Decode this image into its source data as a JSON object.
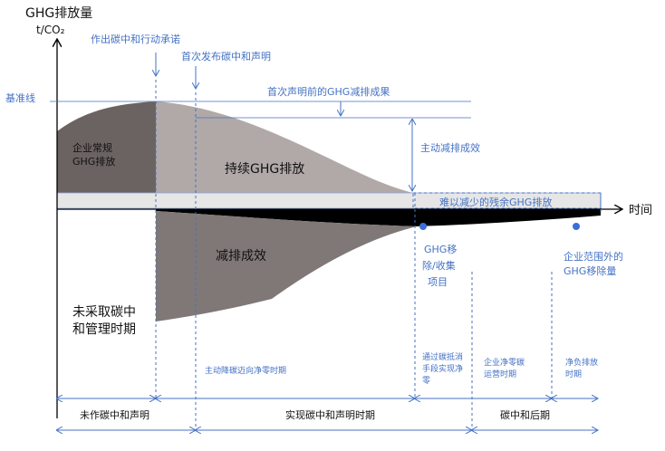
{
  "axes": {
    "y_title_line1": "GHG排放量",
    "y_title_line2": "t/CO₂",
    "x_title": "时间"
  },
  "annotations": {
    "commit_neutral": "作出碳中和行动承诺",
    "first_declare": "首次发布碳中和声明",
    "baseline": "基准线",
    "first_result": "首次声明前的GHG减排成果",
    "active_reduction": "主动减排成效",
    "residual": "难以减少的残余GHG排放",
    "removal_line1": "GHG移",
    "removal_line2": "除/收集",
    "removal_line3": "项目",
    "outside_removal_line1": "企业范围外的",
    "outside_removal_line2": "GHG移除量"
  },
  "areas": {
    "routine_line1": "企业常规",
    "routine_line2": "GHG排放",
    "continued": "持续GHG排放",
    "reduction": "减排成效"
  },
  "phase_notes": {
    "no_action_line1": "未采取碳中",
    "no_action_line2": "和管理时期",
    "active_to_zero": "主动降碳迈向净零时期",
    "offset_line1": "通过碳抵消",
    "offset_line2": "手段实现净",
    "offset_line3": "零",
    "net_zero_line1": "企业净零碳",
    "net_zero_line2": "运营时期",
    "net_negative_line1": "净负排放",
    "net_negative_line2": "时期"
  },
  "timeline": {
    "not_declared": "未作碳中和声明",
    "achieve": "实现碳中和声明时期",
    "post": "碳中和后期"
  },
  "colors": {
    "routine_fill": "#6b6361",
    "continued_fill": "#b0a9a7",
    "reduction_fill": "#7f7877",
    "residual_fill": "#e6e6e6",
    "removal_fill": "#000000",
    "guide_blue": "#4472c4",
    "marker_blue": "#3b6fd8"
  }
}
